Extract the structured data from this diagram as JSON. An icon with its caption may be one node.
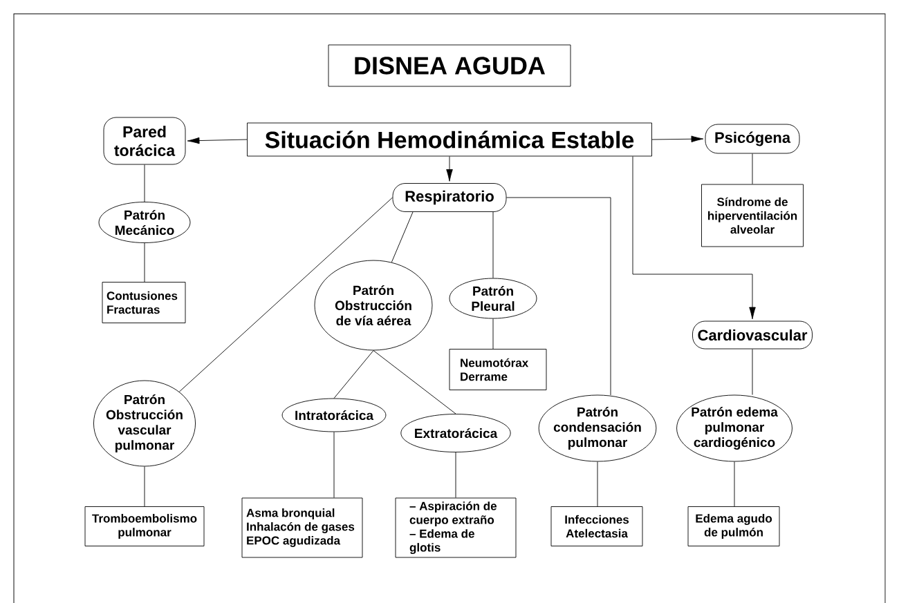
{
  "diagram": {
    "title": "DISNEA AGUDA",
    "nodes": [
      {
        "text": [
          "Situación Hemodinámica Estable"
        ]
      },
      {
        "text": [
          "Pared torácica"
        ]
      },
      {
        "text": [
          "Psicógena"
        ]
      },
      {
        "text": [
          "Respiratorio"
        ]
      },
      {
        "text": [
          "Patrón Mecánico"
        ]
      },
      {
        "text": [
          "Contusiones Fracturas"
        ]
      },
      {
        "text": [
          "Síndrome de hiperventilación alveolar"
        ]
      },
      {
        "text": [
          "Patrón Obstrucción de vía aérea"
        ]
      },
      {
        "text": [
          "Patrón Pleural"
        ]
      },
      {
        "text": [
          "Cardiovascular"
        ]
      },
      {
        "text": [
          "Neumotórax Derrame"
        ]
      },
      {
        "text": [
          "Patrón Obstrucción vascular pulmonar"
        ]
      },
      {
        "text": [
          "Intratorácica"
        ]
      },
      {
        "text": [
          "Extratorácica"
        ]
      },
      {
        "text": [
          "Patrón condensación pulmonar"
        ]
      },
      {
        "text": [
          "Patrón edema pulmonar cardiogénico"
        ]
      },
      {
        "text": [
          "Tromboembolismo pulmonar"
        ]
      },
      {
        "text": [
          "Asma bronquial Inhalacón de gases EPOC agudizada"
        ]
      },
      {
        "text": [
          "– Aspiración de cuerpo extraño – Edema de glotis"
        ]
      },
      {
        "text": [
          "Infecciones Atelectasia"
        ]
      },
      {
        "text": [
          "Edema agudo de pulmón"
        ]
      }
    ],
    "edges": [
      {
        "from": 0,
        "to": 1,
        "arrow": "to"
      },
      {
        "from": 0,
        "to": 3,
        "arrow": "to"
      },
      {
        "from": 0,
        "to": 2,
        "arrow": "to"
      },
      {
        "from": 0,
        "to": 9,
        "arrow": "to"
      },
      {
        "from": 1,
        "to": 4,
        "arrow": "none"
      },
      {
        "from": 4,
        "to": 5,
        "arrow": "none"
      },
      {
        "from": 2,
        "to": 6,
        "arrow": "none"
      },
      {
        "from": 3,
        "to": 11,
        "arrow": "none"
      },
      {
        "from": 3,
        "to": 7,
        "arrow": "none"
      },
      {
        "from": 3,
        "to": 8,
        "arrow": "none"
      },
      {
        "from": 3,
        "to": 14,
        "arrow": "none"
      },
      {
        "from": 7,
        "to": 12,
        "arrow": "none"
      },
      {
        "from": 7,
        "to": 13,
        "arrow": "none"
      },
      {
        "from": 8,
        "to": 10,
        "arrow": "none"
      },
      {
        "from": 9,
        "to": 15,
        "arrow": "none"
      },
      {
        "from": 11,
        "to": 16,
        "arrow": "none"
      },
      {
        "from": 12,
        "to": 17,
        "arrow": "none"
      },
      {
        "from": 13,
        "to": 18,
        "arrow": "none"
      },
      {
        "from": 14,
        "to": 19,
        "arrow": "none"
      },
      {
        "from": 15,
        "to": 20,
        "arrow": "none"
      }
    ]
  }
}
